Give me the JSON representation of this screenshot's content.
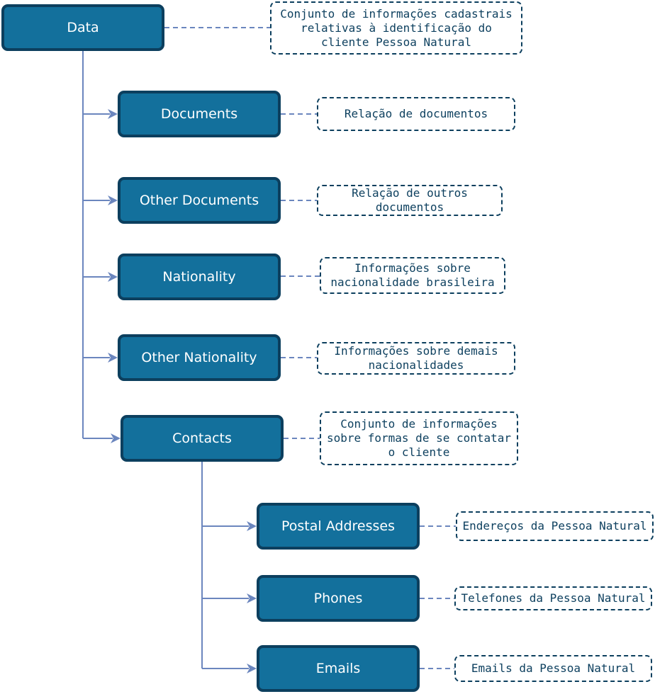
{
  "nodes": {
    "data": "Data",
    "documents": "Documents",
    "other_documents": "Other Documents",
    "nationality": "Nationality",
    "other_nationality": "Other Nationality",
    "contacts": "Contacts",
    "postal_addresses": "Postal Addresses",
    "phones": "Phones",
    "emails": "Emails"
  },
  "notes": {
    "data": "Conjunto de informações cadastrais relativas à identificação do cliente Pessoa Natural",
    "documents": "Relação de documentos",
    "other_documents": "Relação de outros documentos",
    "nationality": "Informações sobre nacionalidade brasileira",
    "other_nationality": "Informações sobre demais nacionalidades",
    "contacts": "Conjunto de informações sobre formas de se contatar o cliente",
    "postal_addresses": "Endereços da Pessoa Natural",
    "phones": "Telefones da Pessoa Natural",
    "emails": "Emails da Pessoa Natural"
  },
  "colors": {
    "node_fill": "#13709c",
    "node_border": "#0c3f5e",
    "connector": "#6b86be"
  }
}
